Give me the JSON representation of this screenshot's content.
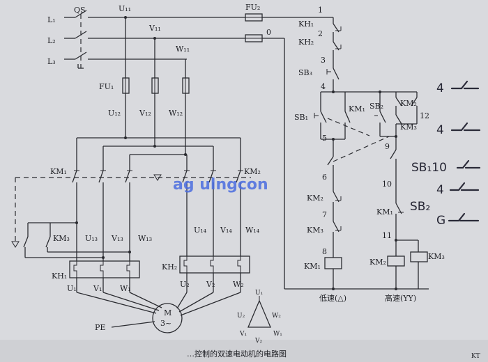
{
  "labels": {
    "L1": "L₁",
    "L2": "L₂",
    "L3": "L₃",
    "QS": "QS",
    "U11": "U₁₁",
    "V11": "V₁₁",
    "W11": "W₁₁",
    "FU2": "FU₂",
    "FU1": "FU₁",
    "U12": "U₁₂",
    "V12": "V₁₂",
    "W12": "W₁₂",
    "KM1": "KM₁",
    "KM2": "KM₂",
    "KM3": "KM₃",
    "U13": "U₁₃",
    "V13": "V₁₃",
    "W13": "W₁₃",
    "U14": "U₁₄",
    "V14": "V₁₄",
    "W14": "W₁₄",
    "KH1": "KH₁",
    "KH2": "KH₂",
    "U1": "U₁",
    "V1": "V₁",
    "W1": "W₁",
    "U2": "U₂",
    "V2": "V₂",
    "W2": "W₂",
    "PE": "PE",
    "M": "M",
    "M3": "3~",
    "SB1": "SB₁",
    "SB2": "SB₂",
    "SB3": "SB₃",
    "KM1c": "KM₁",
    "KM2c": "KM₂",
    "KM3c": "KM₃",
    "KM2d": "KM₂",
    "KM1d": "KM₁",
    "KM3d": "KM₃",
    "KM1coil": "KM₁",
    "KM2coil": "KM₂",
    "KM3coil": "KM₃",
    "KH1c": "KH₁",
    "KH2c": "KH₂",
    "n0": "0",
    "n1": "1",
    "n2": "2",
    "n3": "3",
    "n4": "4",
    "n5": "5",
    "n6": "6",
    "n7": "7",
    "n8": "8",
    "n9": "9",
    "n10": "10",
    "n11": "11",
    "n12": "12",
    "low": "低速(△)",
    "high": "高速(YY)",
    "caption": "…控制的双速电动机的电路图",
    "corner": "KT"
  },
  "triangle": {
    "top": "U₁",
    "left": "U₂",
    "right": "W₂",
    "bl": "V₁",
    "bottom": "V₂",
    "br": "W₁"
  },
  "handwriting": [
    "4",
    "4",
    "SB₁10",
    "4",
    "SB₂",
    "G"
  ],
  "watermark": "ag ulngcon",
  "colors": {
    "paper": "#d9dade",
    "ink": "#2a2b30",
    "watermark": "#4b6de0",
    "pencil": "#262634"
  }
}
